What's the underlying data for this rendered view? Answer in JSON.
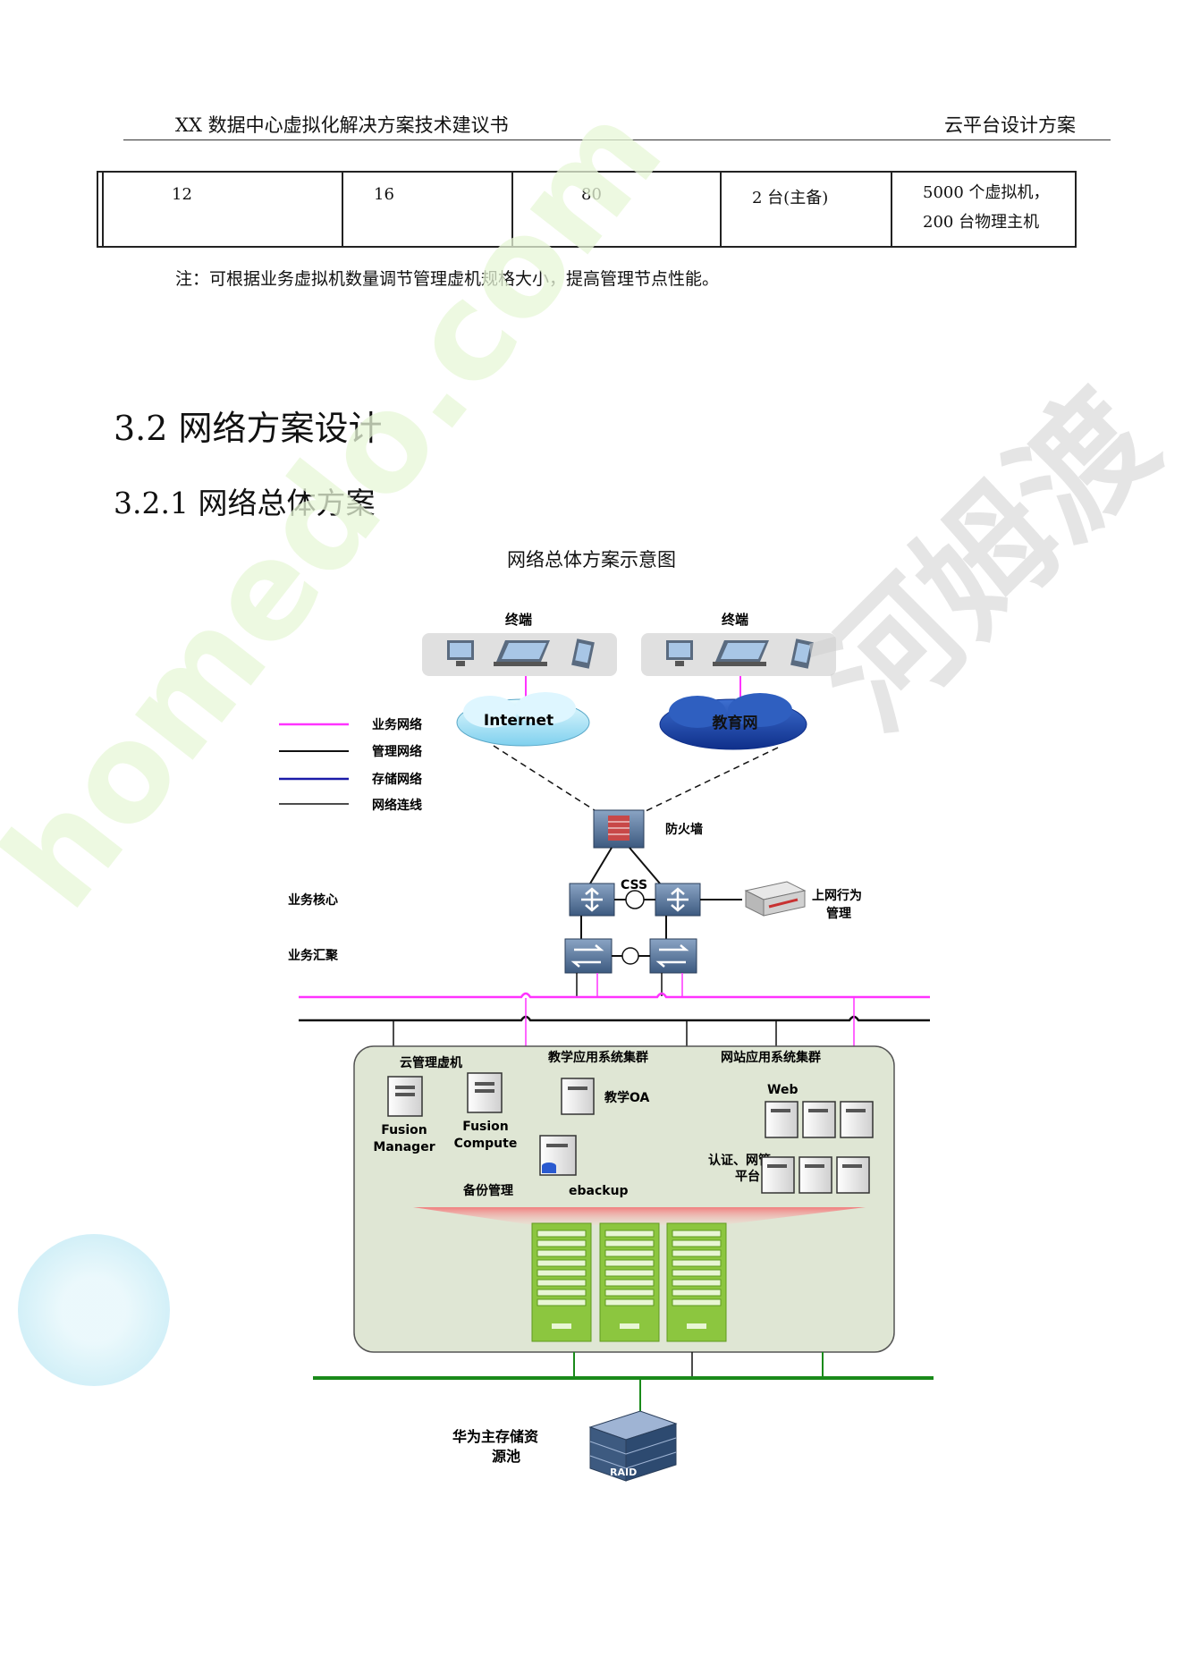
{
  "header": {
    "left_title": "XX 数据中心虚拟化解决方案技术建议书",
    "right_title": "云平台设计方案"
  },
  "table": {
    "cells": [
      "",
      "12",
      "16",
      "80",
      "2 台(主备)",
      "5000 个虚拟机，",
      "200 台物理主机"
    ]
  },
  "note": "注：可根据业务虚拟机数量调节管理虚机规格大小，提高管理节点性能。",
  "sections": {
    "h2": "3.2 网络方案设计",
    "h3": "3.2.1 网络总体方案"
  },
  "diagram": {
    "caption": "网络总体方案示意图",
    "terminal_left": "终端",
    "terminal_right": "终端",
    "cloud_internet": "Internet",
    "cloud_edu": "教育网",
    "legend": {
      "business": "业务网络",
      "management": "管理网络",
      "storage": "存储网络",
      "link": "网络连线"
    },
    "firewall": "防火墙",
    "css": "CSS",
    "behavior_mgmt_1": "上网行为",
    "behavior_mgmt_2": "管理",
    "core": "业务核心",
    "aggregation": "业务汇聚",
    "cloud_mgmt_vm": "云管理虚机",
    "teaching_cluster": "教学应用系统集群",
    "website_cluster": "网站应用系统集群",
    "fusion_manager_1": "Fusion",
    "fusion_manager_2": "Manager",
    "fusion_compute_1": "Fusion",
    "fusion_compute_2": "Compute",
    "teaching_oa": "教学OA",
    "web": "Web",
    "auth_1": "认证、网管",
    "auth_2": "平台",
    "backup_mgmt": "备份管理",
    "ebackup": "ebackup",
    "storage_1": "华为主存储资",
    "storage_2": "源池",
    "raid": "RAID",
    "colors": {
      "business": "#ff33ff",
      "management": "#111111",
      "storage": "#1a1aa8",
      "storage_line": "#1a8a1a",
      "cluster_bg": "#dfe6d4",
      "server_green": "#8cc63f"
    }
  },
  "watermark": {
    "brand": "homedo.com",
    "cn": "河姆渡"
  }
}
